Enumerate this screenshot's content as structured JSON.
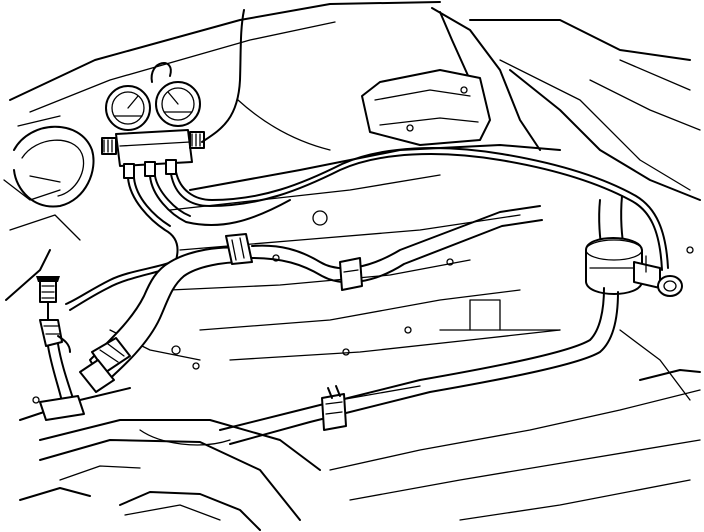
{
  "figure": {
    "ink_color": "#000000",
    "paper_color": "#ffffff",
    "components": [
      "manifold-gauge-set",
      "low-side-gauge",
      "high-side-gauge",
      "service-hoses",
      "accumulator",
      "suction-hose",
      "liquid-line",
      "service-port",
      "line-clamp",
      "body-panels"
    ]
  }
}
